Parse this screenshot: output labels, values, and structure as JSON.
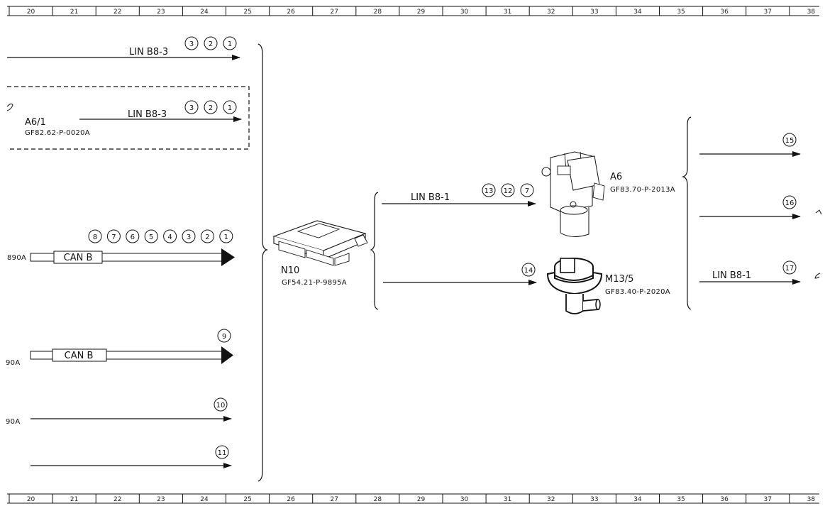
{
  "ruler": {
    "marks": [
      "20",
      "21",
      "22",
      "23",
      "24",
      "25",
      "26",
      "27",
      "28",
      "29",
      "30",
      "31",
      "32",
      "33",
      "34",
      "35",
      "36",
      "37",
      "38"
    ]
  },
  "left_bus": {
    "row1": {
      "label": "LIN B8-3",
      "callouts": [
        "3",
        "2",
        "1"
      ]
    },
    "row2": {
      "label": "LIN B8-3",
      "callouts": [
        "3",
        "2",
        "1"
      ],
      "component": "A6/1",
      "code": "GF82.62-P-0020A"
    },
    "row3": {
      "label": "CAN B",
      "callouts": [
        "8",
        "7",
        "6",
        "5",
        "4",
        "3",
        "2",
        "1"
      ],
      "edge_code": "890A"
    },
    "row4": {
      "label": "CAN B",
      "callouts": [
        "9"
      ],
      "edge_code": "90A"
    },
    "row5": {
      "callouts": [
        "10"
      ],
      "edge_code": "90A"
    },
    "row6": {
      "callouts": [
        "11"
      ]
    }
  },
  "n10": {
    "name": "N10",
    "code": "GF54.21-P-9895A"
  },
  "mid": {
    "lin_label": "LIN B8-1",
    "lin_callouts": [
      "13",
      "12",
      "7"
    ],
    "lower_callouts": [
      "14"
    ]
  },
  "a6": {
    "name": "A6",
    "code": "GF83.70-P-2013A"
  },
  "m13": {
    "name": "M13/5",
    "code": "GF83.40-P-2020A"
  },
  "right": {
    "c15": "15",
    "c16": "16",
    "c17": "17",
    "lin_label": "LIN B8-1"
  }
}
